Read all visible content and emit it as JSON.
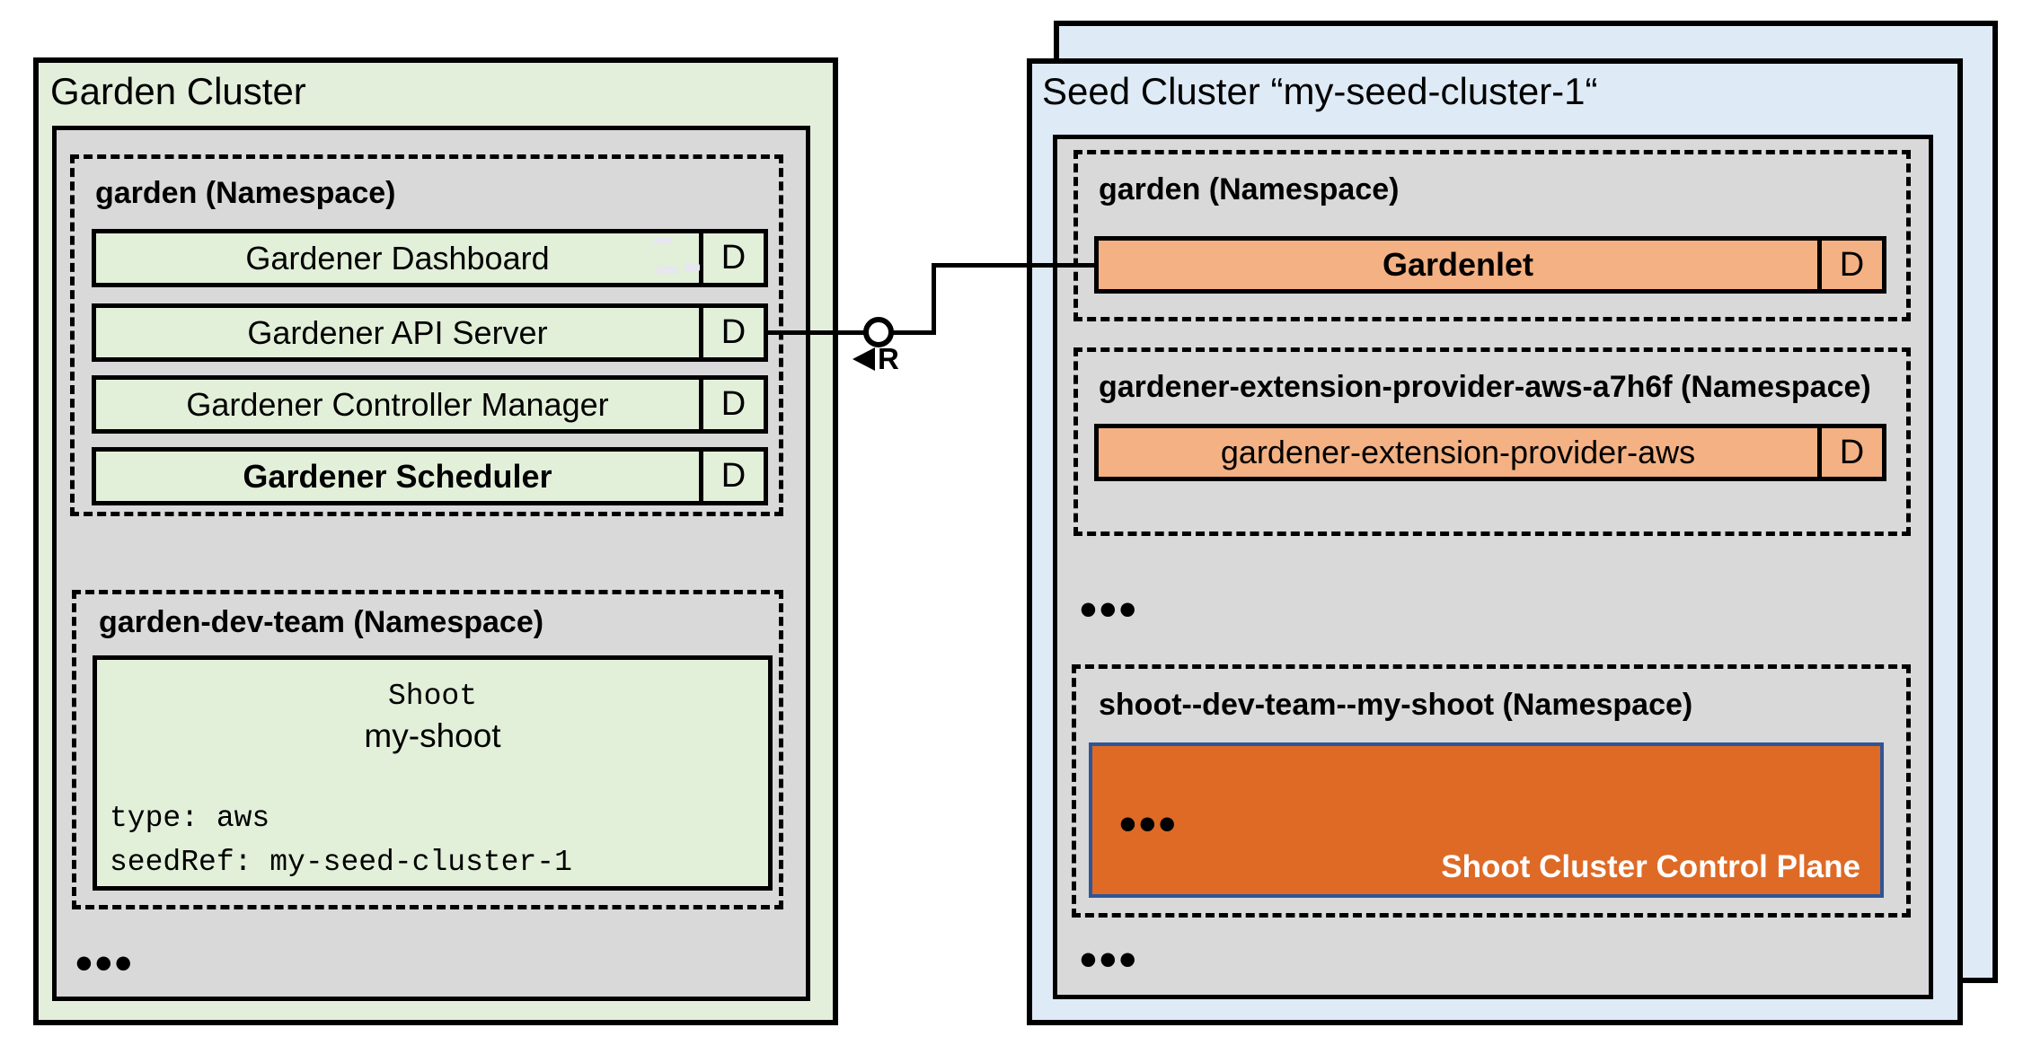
{
  "colors": {
    "garden_bg": "#E4EFDB",
    "row_green": "#E2EFD9",
    "inner_gray": "#D9D9D9",
    "seed_bg": "#DEEAF6",
    "row_orange": "#F4B183",
    "control_plane_orange": "#DE6A26",
    "control_plane_border_blue": "#2F5597",
    "line_black": "#000000"
  },
  "garden_cluster": {
    "title": "Garden Cluster",
    "ns_garden": {
      "title": "garden (Namespace)",
      "rows": [
        {
          "label": "Gardener Dashboard",
          "badge": "D"
        },
        {
          "label": "Gardener API Server",
          "badge": "D"
        },
        {
          "label": "Gardener Controller Manager",
          "badge": "D"
        },
        {
          "label": "Gardener Scheduler",
          "badge": "D"
        }
      ]
    },
    "ns_dev_team": {
      "title": "garden-dev-team (Namespace)",
      "shoot_card": {
        "kind": "Shoot",
        "name": "my-shoot",
        "line1": "type: aws",
        "line2": "seedRef: my-seed-cluster-1"
      }
    },
    "ellipsis": "•••"
  },
  "seed_cluster": {
    "title": "Seed Cluster “my-seed-cluster-1“",
    "ns_garden": {
      "title": "garden (Namespace)",
      "row": {
        "label": "Gardenlet",
        "badge": "D"
      }
    },
    "ns_extension": {
      "title": "gardener-extension-provider-aws-a7h6f (Namespace)",
      "row": {
        "label": "gardener-extension-provider-aws",
        "badge": "D"
      }
    },
    "ellipsis_mid": "•••",
    "ns_shoot": {
      "title": "shoot--dev-team--my-shoot (Namespace)",
      "control_plane": {
        "ellipsis": "•••",
        "label": "Shoot Cluster Control Plane"
      }
    },
    "ellipsis_bottom": "•••"
  },
  "connector": {
    "label": "R"
  }
}
